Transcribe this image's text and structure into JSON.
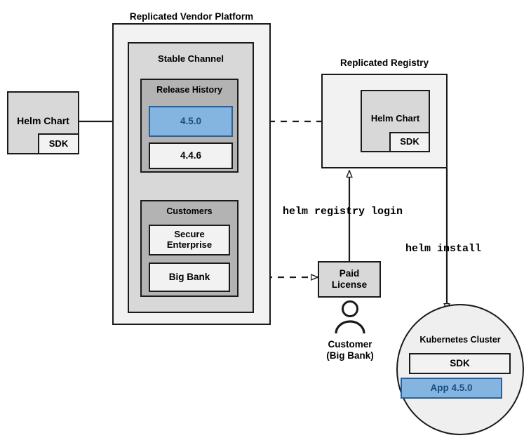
{
  "diagram": {
    "title_platform": "Replicated Vendor Platform",
    "title_registry": "Replicated Registry"
  },
  "platform": {
    "label": "Replicated Vendor Platform",
    "channel": {
      "label": "Stable Channel",
      "release_history": {
        "label": "Release History",
        "releases": [
          {
            "version": "4.5.0",
            "highlighted": true
          },
          {
            "version": "4.4.6",
            "highlighted": false
          }
        ]
      },
      "customers": {
        "label": "Customers",
        "items": [
          {
            "name": "Secure\nEnterprise"
          },
          {
            "name": "Big Bank"
          }
        ]
      }
    }
  },
  "source_chart": {
    "label": "Helm Chart",
    "sdk_label": "SDK"
  },
  "registry": {
    "label": "Replicated Registry",
    "chart": {
      "label": "Helm Chart",
      "sdk_label": "SDK"
    }
  },
  "license": {
    "label": "Paid\nLicense"
  },
  "customer_actor": {
    "caption": "Customer\n(Big Bank)",
    "icon": "person-icon"
  },
  "cluster": {
    "label": "Kubernetes Cluster",
    "items": [
      {
        "label": "SDK",
        "highlighted": false
      },
      {
        "label": "App 4.5.0",
        "highlighted": true
      }
    ]
  },
  "commands": {
    "registry_login": "helm registry login",
    "install": "helm install"
  },
  "colors": {
    "accent_blue_fill": "#84b5e0",
    "accent_blue_border": "#2a6099",
    "accent_blue_text": "#1a4d80",
    "outline": "#1a1a1a",
    "box_outer": "#f2f2f2",
    "box_mid": "#d8d8d8",
    "box_inner": "#b3b3b3"
  }
}
